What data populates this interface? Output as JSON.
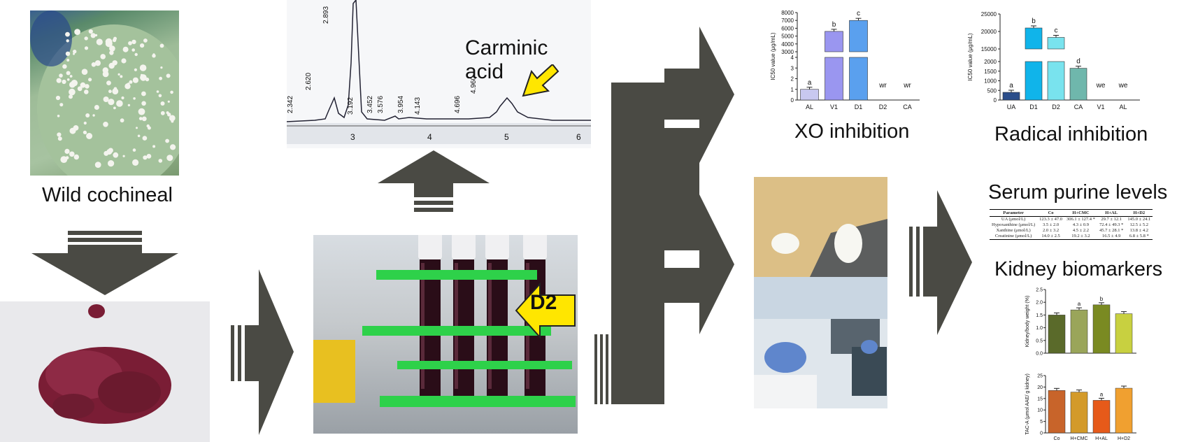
{
  "captions": {
    "wild_cochineal": "Wild cochineal",
    "carminic_acid": "Carminic acid",
    "d2_label": "D2",
    "xo_inhibition": "XO inhibition",
    "radical_inhibition": "Radical inhibition",
    "serum_purine_levels": "Serum purine levels",
    "kidney_biomarkers": "Kidney biomarkers"
  },
  "chromatogram": {
    "peak_labels": [
      "2.342",
      "2.620",
      "2.893",
      "3.192",
      "3.452",
      "3.576",
      "3.954",
      "4.143",
      "4.696",
      "4.960"
    ],
    "axis_ticks": [
      "3",
      "4",
      "5",
      "6"
    ]
  },
  "serum_table": {
    "headers": [
      "Parameter",
      "Co",
      "H+CMC",
      "H+AL",
      "H+D2"
    ],
    "rows": [
      [
        "UA (μmol/L)",
        "123.3 ± 47.0",
        "306.1 ± 127.4 *",
        "29.7 ± 12.1",
        "145.0 ± 24.1"
      ],
      [
        "Hypoxanthine (μmol/L)",
        "3.5 ± 2.0",
        "4.3 ± 0.9",
        "72.4 ± 49.3 *",
        "12.5 ± 5.2"
      ],
      [
        "Xanthine (μmol/L)",
        "2.0 ± 3.2",
        "4.5 ± 2.2",
        "45.7 ± 28.1 *",
        "13.8 ± 4.2"
      ],
      [
        "Creatinine (μmol/L)",
        "14.0 ± 2.5",
        "19.2 ± 3.2",
        "16.5 ± 4.9",
        "6.8 ± 5.8 *"
      ]
    ]
  },
  "chart_data": [
    {
      "type": "bar",
      "categories": [
        "AL",
        "V1",
        "D1",
        "D2",
        "CA"
      ],
      "values": [
        1,
        5600,
        7000,
        null,
        null
      ],
      "letters": [
        "a",
        "b",
        "c",
        "wr",
        "wr"
      ],
      "ylabel": "IC50 value (μg/mL)",
      "upper_ticks": [
        "3000",
        "4000",
        "5000",
        "6000",
        "7000",
        "8000"
      ],
      "lower_ticks": [
        "0",
        "1",
        "2",
        "3",
        "4"
      ],
      "colors": [
        "#c8c8f0",
        "#9a96f0",
        "#5aa0ee"
      ]
    },
    {
      "type": "bar",
      "categories": [
        "UA",
        "D1",
        "D2",
        "CA",
        "V1",
        "AL"
      ],
      "values": [
        400,
        21000,
        18300,
        1650,
        null,
        null
      ],
      "letters": [
        "a",
        "b",
        "c",
        "d",
        "we",
        "we"
      ],
      "ylabel": "IC50 value (μg/mL)",
      "upper_ticks": [
        "15000",
        "20000",
        "25000"
      ],
      "lower_ticks": [
        "0",
        "500",
        "1000",
        "1500",
        "2000"
      ],
      "colors": [
        "#2b4d8a",
        "#10b4ea",
        "#79e3ee",
        "#6fb7ac"
      ]
    },
    {
      "type": "bar",
      "categories": [
        "Co",
        "H+CMC",
        "H+AL",
        "H+D2"
      ],
      "values": [
        1.5,
        1.7,
        1.9,
        1.55
      ],
      "letters": [
        "",
        "a",
        "b",
        ""
      ],
      "ylabel": "Kidney/body weight (%)",
      "ticks": [
        "0.0",
        "0.5",
        "1.0",
        "1.5",
        "2.0",
        "2.5"
      ],
      "ylim": [
        0,
        2.5
      ],
      "colors": [
        "#5a6a2a",
        "#9aa55a",
        "#7a8a22",
        "#c8d040"
      ]
    },
    {
      "type": "bar",
      "categories": [
        "Co",
        "H+CMC",
        "H+AL",
        "H+D2"
      ],
      "values": [
        18.5,
        17.8,
        14.2,
        19.5
      ],
      "letters": [
        "",
        "",
        "a",
        ""
      ],
      "ylabel": "TAC-A (μmol AAE/ g kidney)",
      "ticks": [
        "0",
        "5",
        "10",
        "15",
        "20",
        "25"
      ],
      "ylim": [
        0,
        25
      ],
      "colors": [
        "#c8642a",
        "#d39a2a",
        "#e65a1a",
        "#f0a030"
      ]
    }
  ]
}
